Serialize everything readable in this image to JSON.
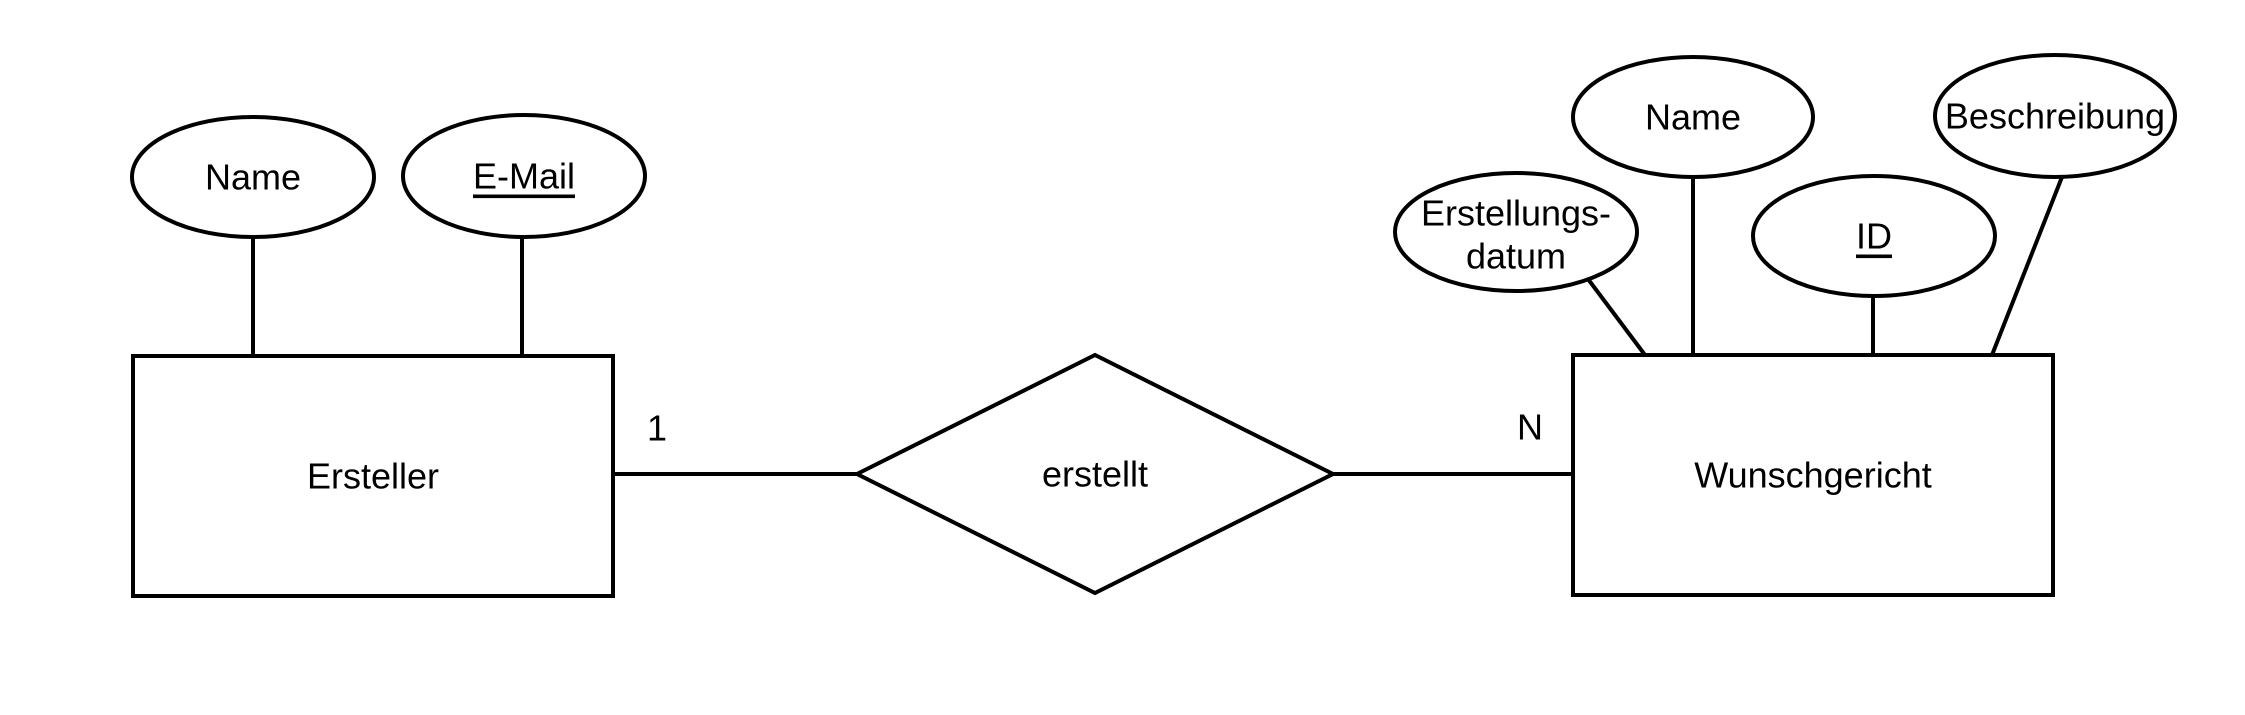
{
  "diagram": {
    "type": "entity-relationship",
    "colors": {
      "background": "#ffffff",
      "stroke": "#000000",
      "text": "#000000"
    },
    "entities": [
      {
        "name": "Ersteller",
        "attributes": [
          {
            "label": "Name",
            "primary_key": false
          },
          {
            "label": "E-Mail",
            "primary_key": true
          }
        ]
      },
      {
        "name": "Wunschgericht",
        "attributes": [
          {
            "lines": [
              "Erstellungs-",
              "datum"
            ],
            "primary_key": false
          },
          {
            "label": "Name",
            "primary_key": false
          },
          {
            "label": "ID",
            "primary_key": true
          },
          {
            "label": "Beschreibung",
            "primary_key": false
          }
        ]
      }
    ],
    "relationship": {
      "label": "erstellt",
      "cardinality_left": "1",
      "cardinality_right": "N"
    }
  }
}
